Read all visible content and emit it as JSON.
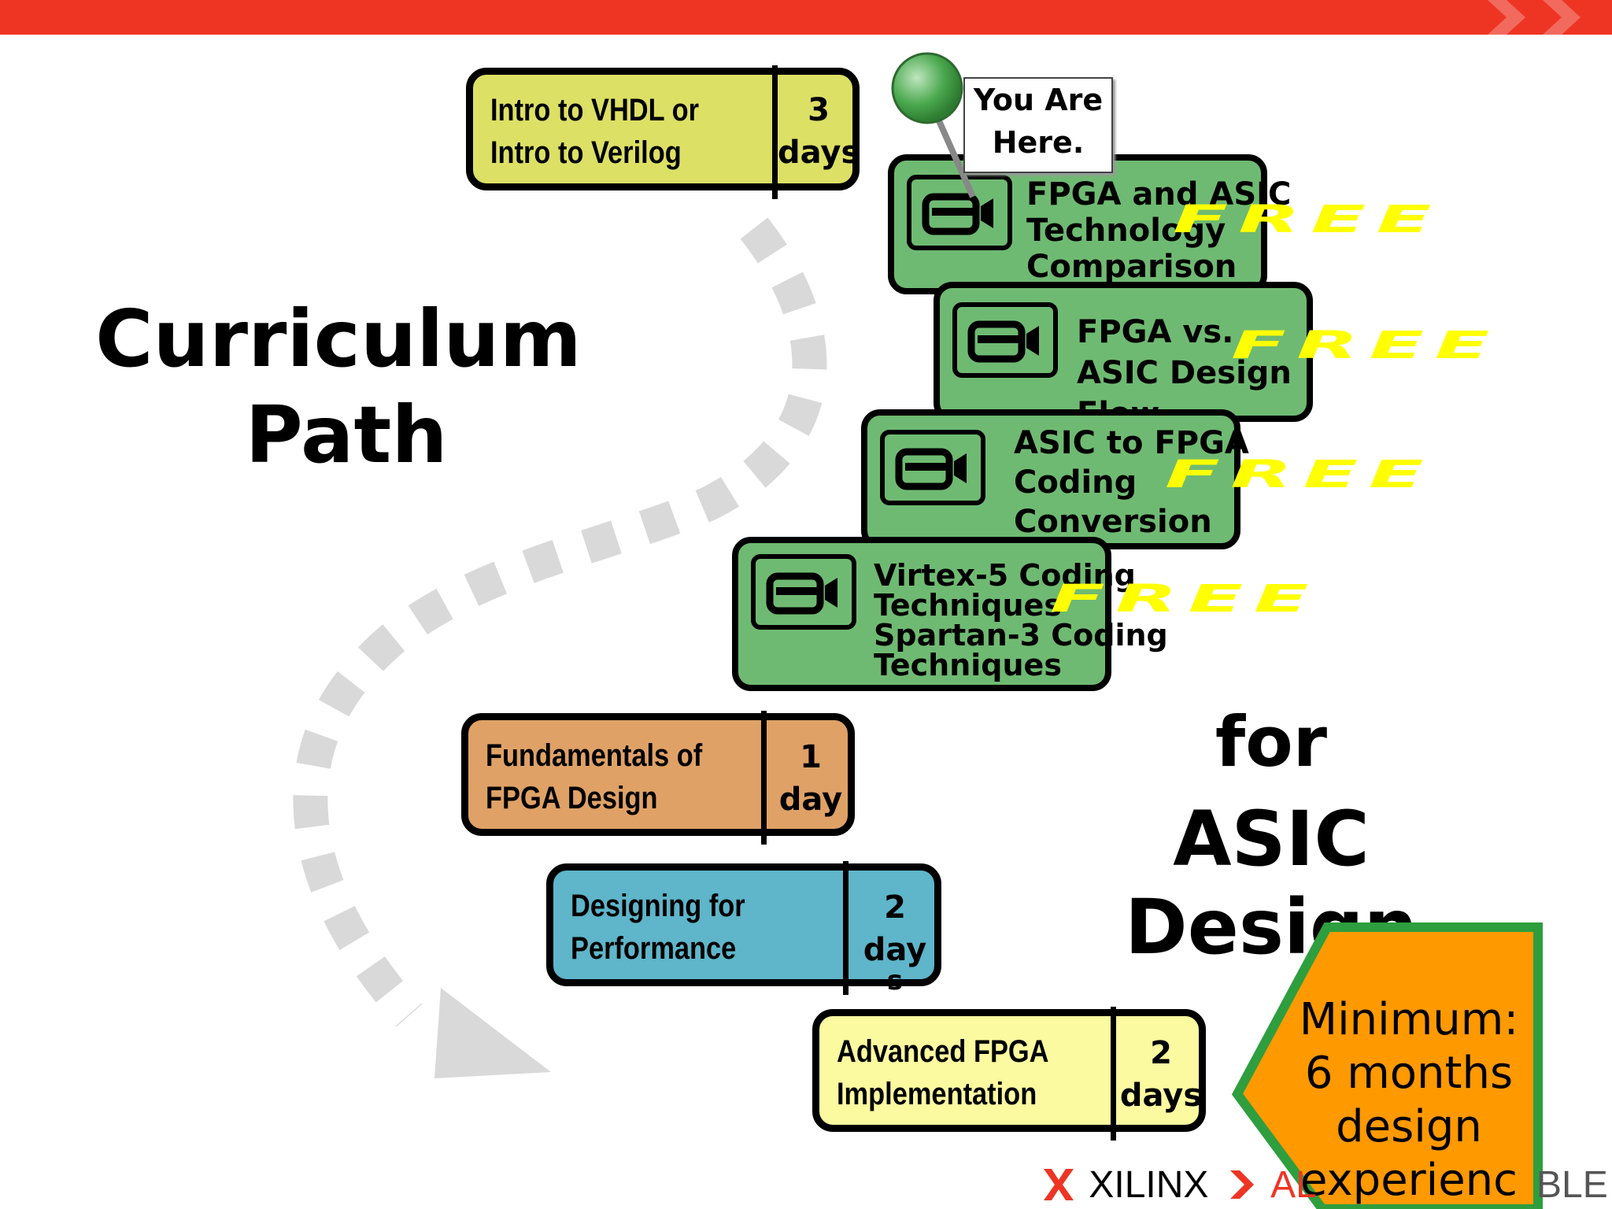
{
  "title": {
    "line1": "Curriculum",
    "line2": "Path",
    "line3": "for",
    "line4": "ASIC Design"
  },
  "you_are_here": {
    "line1": "You Are",
    "line2": "Here."
  },
  "courses": [
    {
      "name_line1": "Intro to VHDL or",
      "name_line2": "Intro to Verilog",
      "dur_line1": "3",
      "dur_line2": "days",
      "color": "#dce065"
    },
    {
      "name_line1": "Fundamentals of",
      "name_line2": "FPGA Design",
      "dur_line1": "1",
      "dur_line2": "day",
      "color": "#dfa166"
    },
    {
      "name_line1": "Designing for",
      "name_line2": "Performance",
      "dur_line1": "2",
      "dur_line2": "day",
      "dur_line3": "s",
      "color": "#5fb5c9"
    },
    {
      "name_line1": "Advanced FPGA",
      "name_line2": "Implementation",
      "dur_line1": "2",
      "dur_line2": "days",
      "color": "#fbfaa0"
    }
  ],
  "videos": [
    {
      "lines": [
        "FPGA and ASIC",
        "Technology",
        "Comparison"
      ],
      "badge": "FREE"
    },
    {
      "lines": [
        "FPGA vs.",
        "ASIC Design",
        "Flow"
      ],
      "badge": "FREE"
    },
    {
      "lines": [
        "ASIC to FPGA",
        "Coding",
        "Conversion"
      ],
      "badge": "FREE"
    },
    {
      "lines": [
        "Virtex-5 Coding",
        "Techniques",
        "Spartan-3 Coding",
        "Techniques"
      ],
      "badge": "FREE"
    }
  ],
  "requirement": {
    "line1": "Minimum:",
    "line2": "6 months",
    "line3": "design",
    "line4": "experienc"
  },
  "footer": {
    "brand": "XILINX",
    "tagline_start": "AL",
    "tagline_end": "BLE"
  },
  "colors": {
    "accent_red": "#ee3524",
    "video_green": "#6fba72",
    "free_yellow": "#ffff00",
    "badge_orange": "#ff9900",
    "badge_border": "#2e9e3e",
    "arrow_gray": "#d9d9d9"
  }
}
